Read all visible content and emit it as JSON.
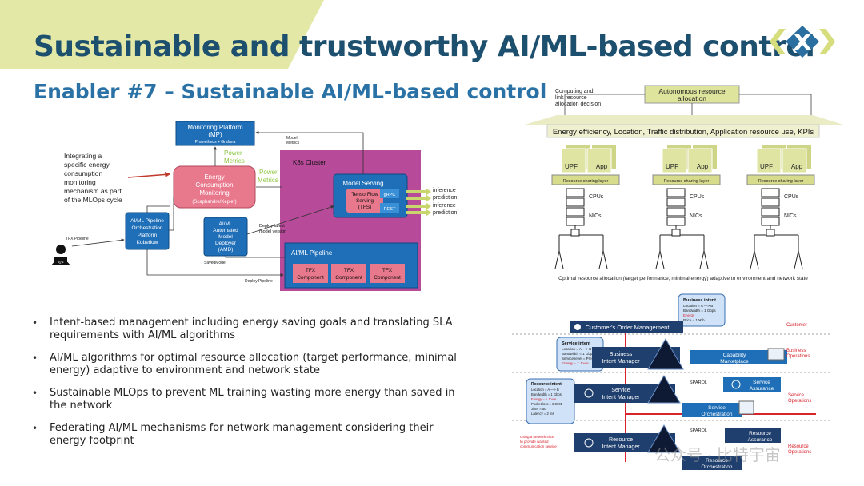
{
  "slide": {
    "title": "Sustainable and trustworthy AI/ML-based control",
    "subtitle": "Enabler #7 – Sustainable AI/ML-based control",
    "colors": {
      "title": "#1d4f6e",
      "subtitle": "#2a72a6",
      "accent_band": "#e3e8a6",
      "logo": "#2b6ea0"
    }
  },
  "mlops": {
    "integrating_note": [
      "Integrating a",
      "specific energy",
      "consumption",
      "monitoring",
      "mechanism as part",
      "of the MLOps cycle"
    ],
    "monitoring": {
      "line1": "Monitoring Platform",
      "line2": "(MP)",
      "sub": "Prometheus + Grafana"
    },
    "power_metrics_1": [
      "Power",
      "Metrics"
    ],
    "power_metrics_2": [
      "Power",
      "Metrics"
    ],
    "model_metrics": [
      "Model",
      "Metrics"
    ],
    "energy": {
      "line1": "Energy",
      "line2": "Consumption",
      "line3": "Monitoring",
      "sub": "(Scaphandre/Kepler)"
    },
    "k8s_label": "K8s Cluster",
    "model_serving": "Model Serving",
    "tfs": [
      "TensorFlow",
      "Serving",
      "(TFS)"
    ],
    "grpc": "gRPC",
    "rest": "REST",
    "inference": [
      "inference",
      "prediction",
      "inference",
      "prediction"
    ],
    "orchestration": [
      "AI/ML Pipeline",
      "Orchestration",
      "Platform",
      "Kubeflow"
    ],
    "deployer": [
      "AI/ML",
      "Automated",
      "Model",
      "Deployer",
      "(AMD)"
    ],
    "deploy_latest": [
      "Deploy latest",
      "model version"
    ],
    "tfx_pipeline": "TFX Pipeline",
    "saved_model": "SavedModel",
    "deploy_pipeline": "Deploy Pipeline",
    "aiml_pipeline": "AI/ML Pipeline",
    "tfx_component": [
      "TFX",
      "Component"
    ],
    "user_icon": "laptop-user-icon"
  },
  "resource": {
    "computing_label": [
      "Computing and",
      "link resource",
      "allocation decision"
    ],
    "autonomous": [
      "Autonomous resource",
      "allocation"
    ],
    "energy_band": "Energy efficiency, Location, Traffic distribution, Application resource use, KPIs",
    "upf": "UPF",
    "app": "App",
    "sharing": "Resource sharing layer",
    "cpus": "CPUs",
    "nics": "NICs",
    "caption": "Optimal resource allocation (target performance, minimal energy) adaptive to environment and network state"
  },
  "intent": {
    "business_intent": {
      "title": "Business intent",
      "lines": [
        "Location = A —> B",
        "Bandwidth = 1 Gbps"
      ],
      "red": [
        "Energy",
        "Price = 10€/h"
      ]
    },
    "customer_mgmt": "Customer's Order Management",
    "customer": "Customer",
    "service_intent": {
      "title": "Service intent",
      "lines": [
        "Location = A —> B",
        "Bandwidth = 1 Gbps",
        "Service level = Premium"
      ],
      "red": [
        "Energy = x Joule"
      ]
    },
    "business_im": [
      "Business",
      "Intent Manager"
    ],
    "capability": [
      "Capability",
      "Marketplace"
    ],
    "business_ops": [
      "Business",
      "Operations"
    ],
    "resource_intent": {
      "title": "Resource intent",
      "lines": [
        "Location = A —> B",
        "Bandwidth = 1 Gbps"
      ],
      "red": [
        "Energy = x Joule"
      ],
      "lines2": [
        "Packet loss = 0.0001",
        "Jitter = 50",
        "Latency = 2 ms"
      ]
    },
    "sparql": "SPARQL",
    "service_im": [
      "Service",
      "Intent Manager"
    ],
    "service_assurance": [
      "Service",
      "Assurance"
    ],
    "service_orch": [
      "Service",
      "Orchestration"
    ],
    "service_ops": [
      "Service",
      "Operations"
    ],
    "network_slice": [
      "Using a network slice",
      "to provide wanted",
      "communication service"
    ],
    "resource_im": [
      "Resource",
      "Intent Manager"
    ],
    "resource_assurance": [
      "Resource",
      "Assurance"
    ],
    "resource_orch": [
      "Resource",
      "Orchestration"
    ],
    "resource_ops": [
      "Resource",
      "Operations"
    ],
    "watermark": "公众号 · 比特宇宙"
  },
  "bullets": [
    "Intent-based management including energy saving goals and translating SLA requirements with AI/ML algorithms",
    "AI/ML algorithms for optimal resource allocation (target performance, minimal energy) adaptive to environment and network state",
    "Sustainable MLOps to prevent ML training wasting more energy than saved in the network",
    "Federating AI/ML mechanisms for network management considering their energy footprint"
  ]
}
